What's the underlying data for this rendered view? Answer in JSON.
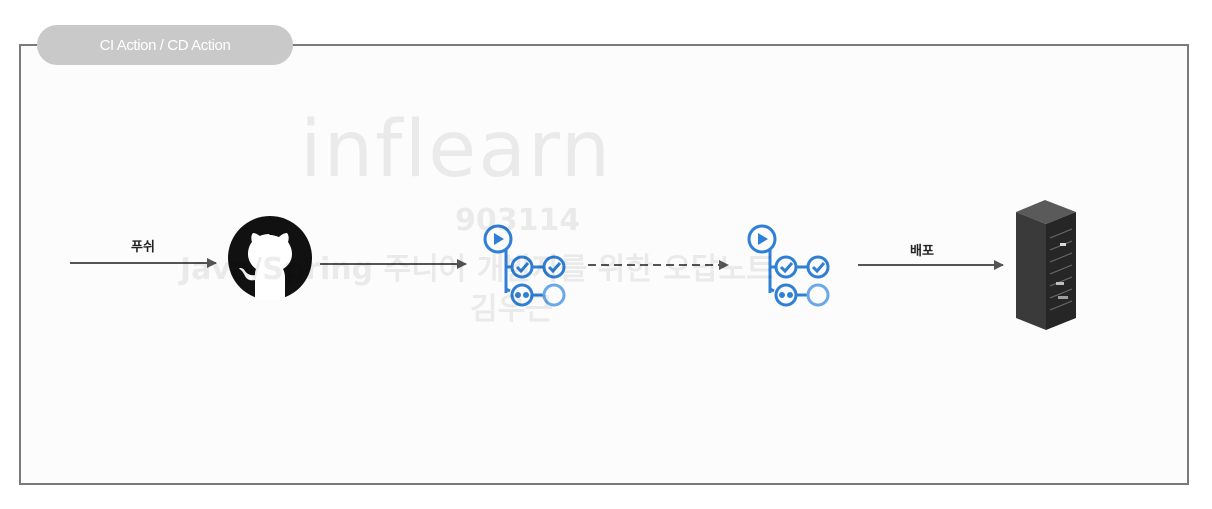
{
  "tab": {
    "label": "CI Action / CD Action"
  },
  "labels": {
    "push": "푸쉬",
    "deploy": "배포"
  },
  "watermark": {
    "brand": "inflearn",
    "line1": "903114",
    "line2": "Java/Spring 주니어 개발자를 위한 오답노트",
    "line3": "김우근"
  },
  "colors": {
    "frame": "#7a7a7a",
    "tab_bg": "#c9c9c9",
    "arrow": "#555555",
    "actions_blue": "#2f7fd6",
    "github": "#111111",
    "server": "#2b2b2b"
  },
  "icons": {
    "github": "github-logo-icon",
    "ci_action": "github-actions-workflow-icon",
    "cd_action": "github-actions-workflow-icon",
    "server": "server-rack-icon"
  }
}
